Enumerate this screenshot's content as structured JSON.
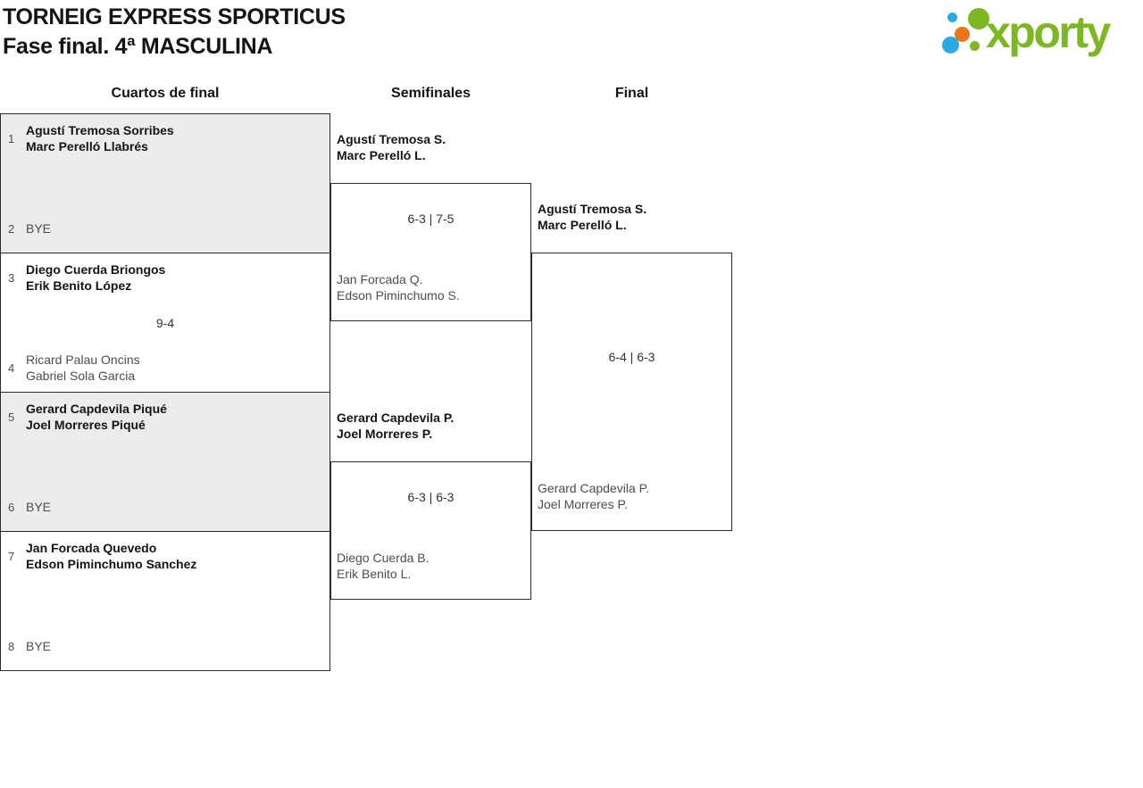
{
  "header": {
    "title_line1": "TORNEIG EXPRESS SPORTICUS",
    "title_line2": "Fase final. 4ª MASCULINA"
  },
  "logo": {
    "wordmark": "xporty",
    "brand_green": "#7db724",
    "brand_blue": "#29abe2",
    "brand_orange": "#e8751a"
  },
  "round_headers": [
    {
      "label": "Cuartos de final"
    },
    {
      "label": "Semifinales"
    },
    {
      "label": "Final"
    }
  ],
  "quarterfinals": [
    {
      "top": {
        "seed": "1",
        "line1": "Agustí Tremosa Sorribes",
        "line2": "Marc Perelló Llabrés"
      },
      "bottom": {
        "seed": "2",
        "line1": "BYE",
        "line2": ""
      },
      "score": ""
    },
    {
      "top": {
        "seed": "3",
        "line1": "Diego Cuerda Briongos",
        "line2": "Erik Benito López"
      },
      "bottom": {
        "seed": "4",
        "line1": "Ricard Palau Oncins",
        "line2": "Gabriel Sola Garcia"
      },
      "score": "9-4"
    },
    {
      "top": {
        "seed": "5",
        "line1": "Gerard Capdevila Piqué",
        "line2": "Joel Morreres Piqué"
      },
      "bottom": {
        "seed": "6",
        "line1": "BYE",
        "line2": ""
      },
      "score": ""
    },
    {
      "top": {
        "seed": "7",
        "line1": "Jan Forcada Quevedo",
        "line2": "Edson Piminchumo Sanchez"
      },
      "bottom": {
        "seed": "8",
        "line1": "BYE",
        "line2": ""
      },
      "score": ""
    }
  ],
  "semifinals": [
    {
      "winner": {
        "line1": "Agustí Tremosa S.",
        "line2": "Marc Perelló L."
      },
      "score": "6-3 | 7-5",
      "loser": {
        "line1": "Jan Forcada Q.",
        "line2": "Edson Piminchumo S."
      }
    },
    {
      "winner": {
        "line1": "Gerard Capdevila P.",
        "line2": "Joel Morreres P."
      },
      "score": "6-3 | 6-3",
      "loser": {
        "line1": "Diego Cuerda B.",
        "line2": "Erik Benito L."
      }
    }
  ],
  "final": {
    "winner": {
      "line1": "Agustí Tremosa S.",
      "line2": "Marc Perelló L."
    },
    "score": "6-4 | 6-3",
    "loser": {
      "line1": "Gerard Capdevila P.",
      "line2": "Joel Morreres P."
    }
  }
}
